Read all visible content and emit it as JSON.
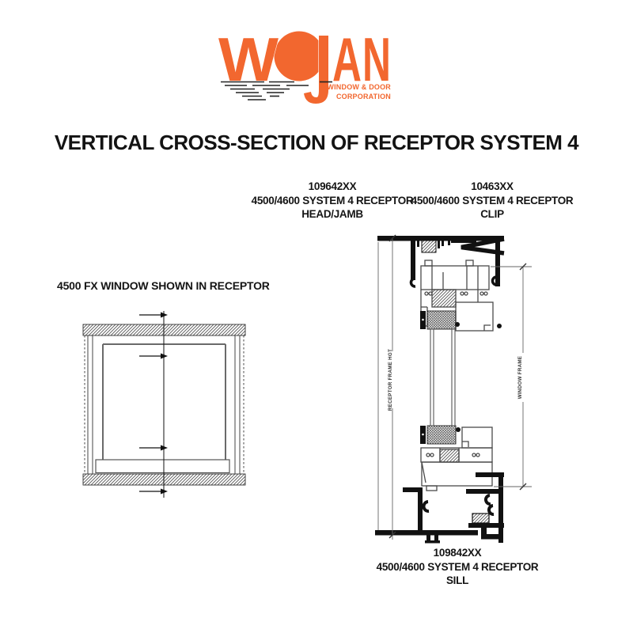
{
  "logo": {
    "letters": {
      "w": "W",
      "a": "A",
      "n": "N"
    },
    "tagline_line1": "WINDOW & DOOR",
    "tagline_line2": "CORPORATION",
    "brand_color": "#F2672F"
  },
  "title": "VERTICAL CROSS-SECTION OF RECEPTOR SYSTEM 4",
  "note_left": "4500 FX WINDOW SHOWN IN RECEPTOR",
  "labels": {
    "head_jamb": {
      "part": "109642XX",
      "system": "4500/4600 SYSTEM 4 RECEPTOR",
      "component": "HEAD/JAMB"
    },
    "clip": {
      "part": "10463XX",
      "system": "4500/4600 SYSTEM 4 RECEPTOR",
      "component": "CLIP"
    },
    "sill": {
      "part": "109842XX",
      "system": "4500/4600 SYSTEM 4 RECEPTOR",
      "component": "SILL"
    }
  },
  "dimensions": {
    "left": "RECEPTOR FRAME HGT",
    "right": "WINDOW FRAME"
  },
  "colors": {
    "ink": "#171717",
    "profile_gray": "#4a4a4a",
    "brand_orange": "#F2672F"
  }
}
